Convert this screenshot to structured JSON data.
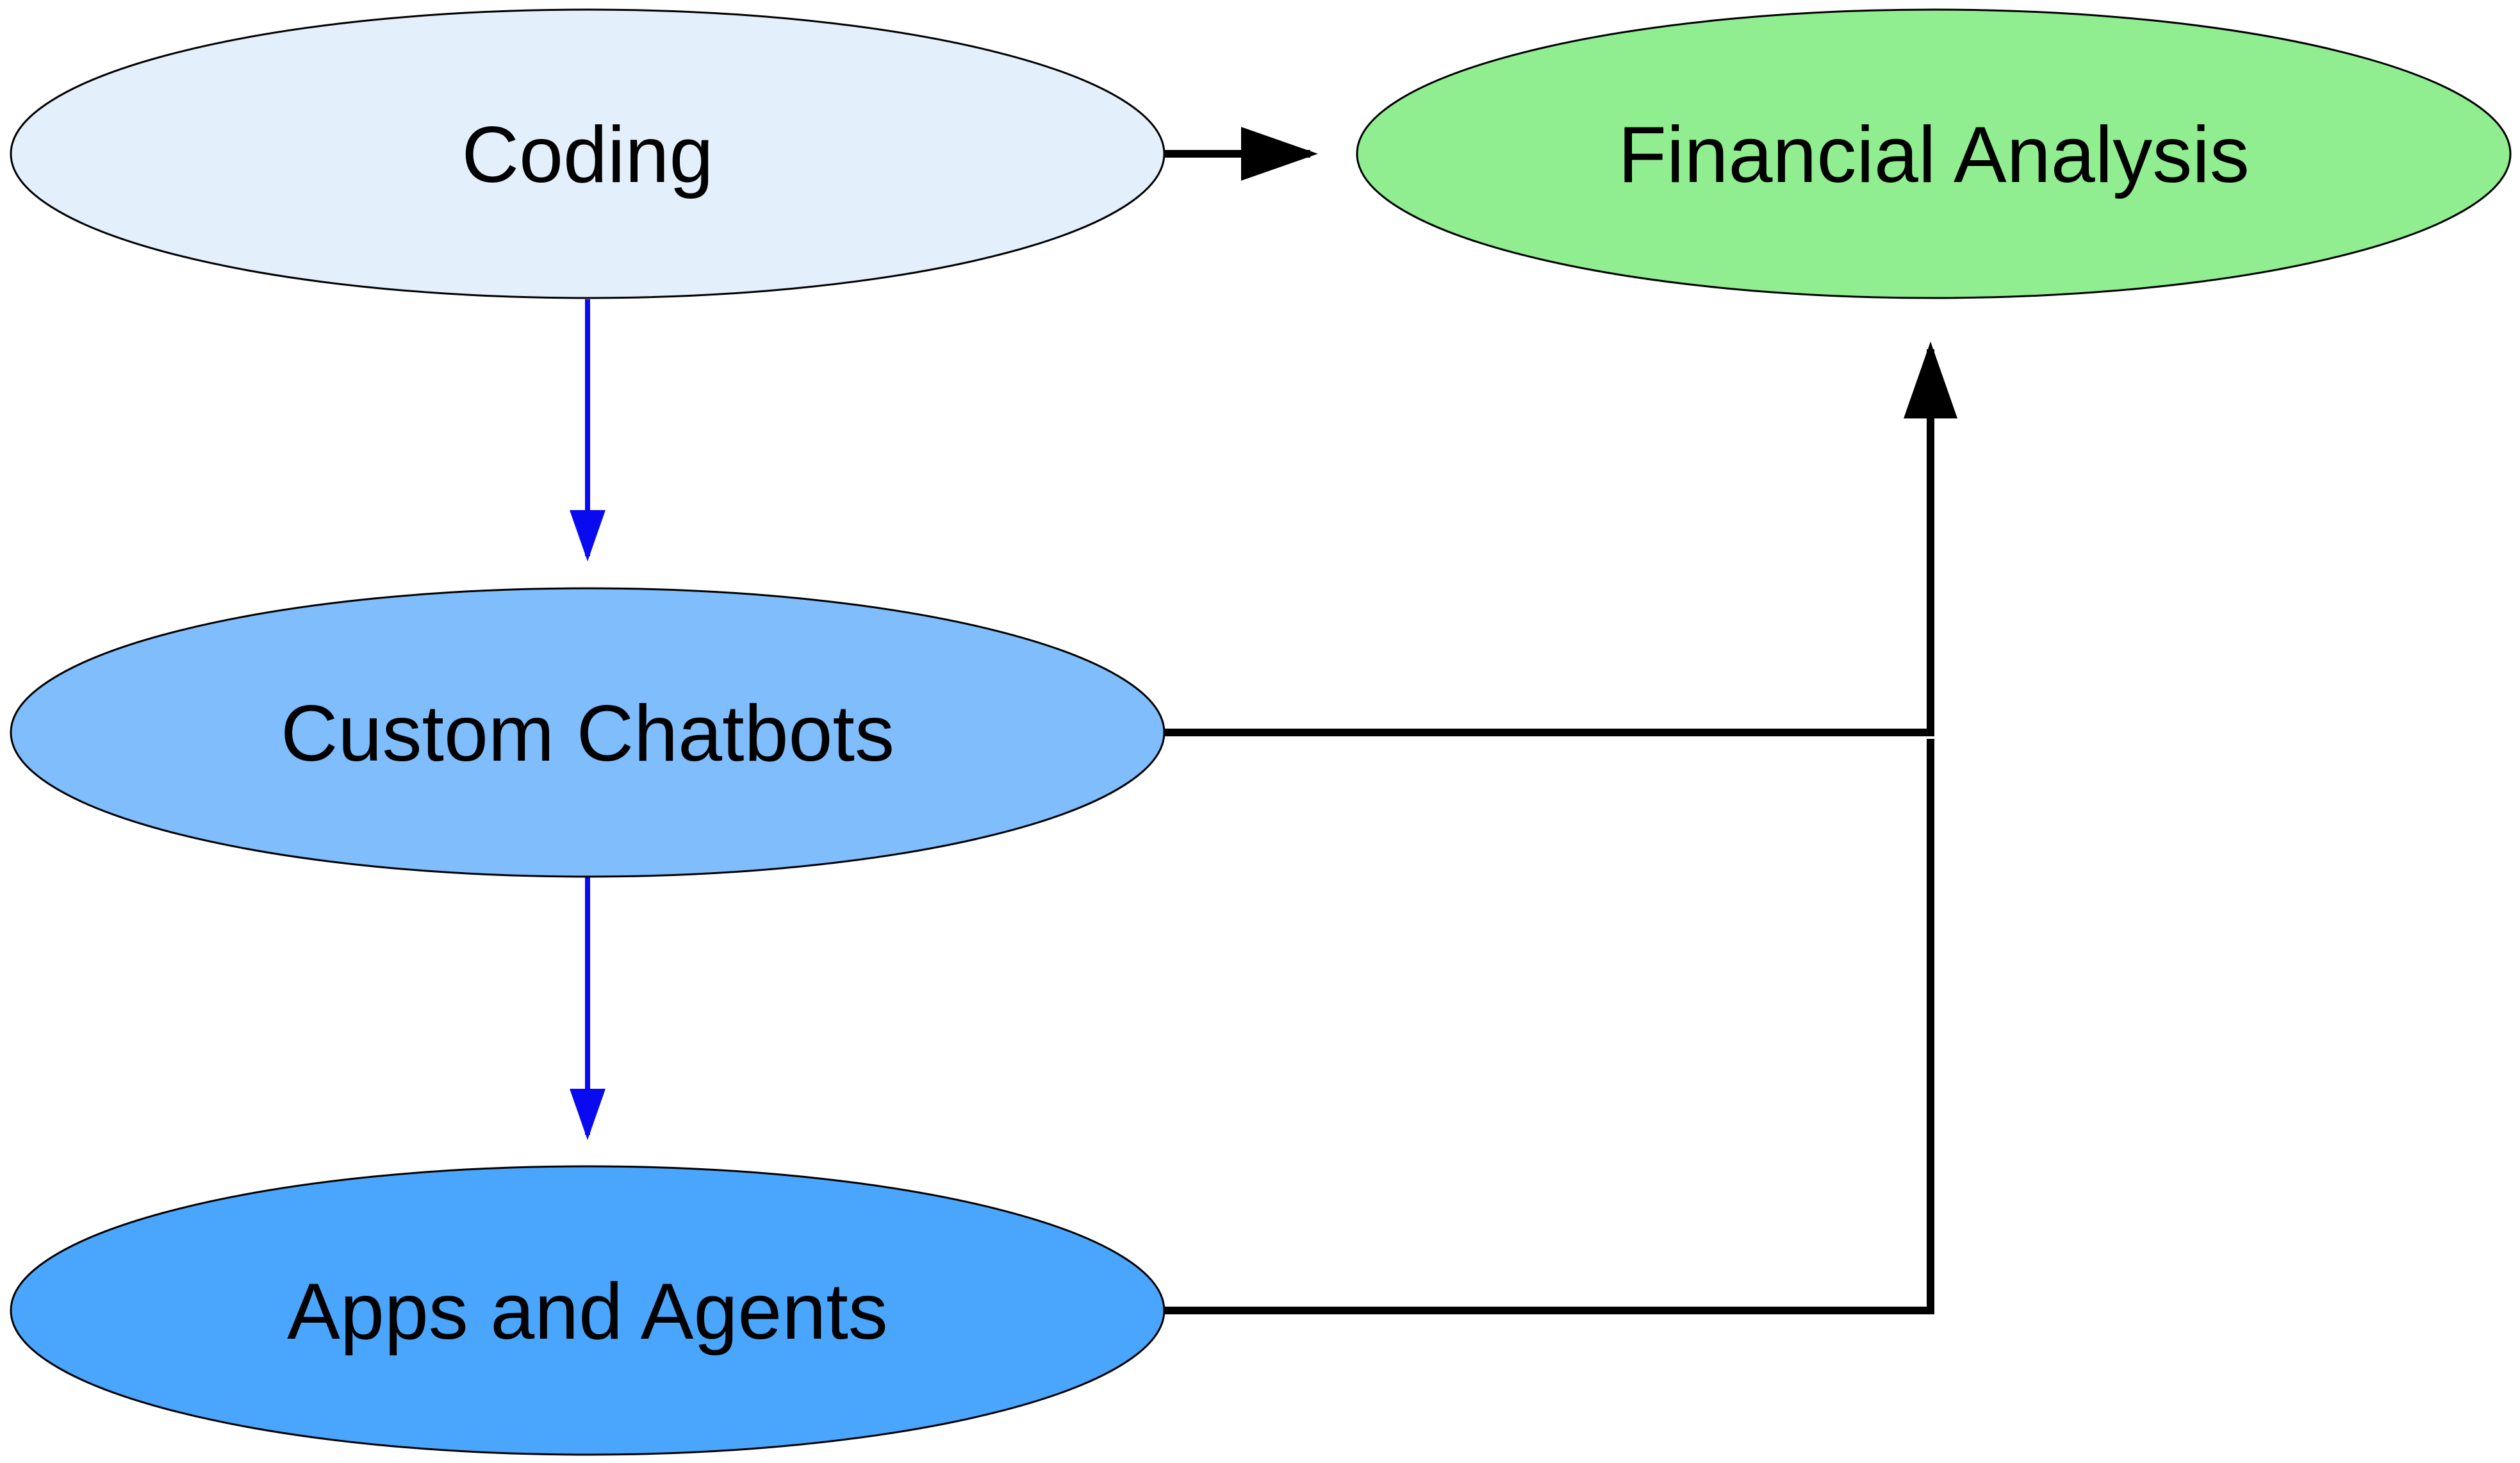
{
  "nodes": {
    "coding": {
      "label": "Coding",
      "fill": "#e3f0fc"
    },
    "financial_analysis": {
      "label": "Financial Analysis",
      "fill": "#90ee90"
    },
    "custom_chatbots": {
      "label": "Custom Chatbots",
      "fill": "#7fbdfc"
    },
    "apps_and_agents": {
      "label": "Apps and Agents",
      "fill": "#4aa6fd"
    }
  },
  "edges": [
    {
      "from": "Coding",
      "to": "Financial Analysis",
      "color": "#000000"
    },
    {
      "from": "Coding",
      "to": "Custom Chatbots",
      "color": "#0a0af0"
    },
    {
      "from": "Custom Chatbots",
      "to": "Apps and Agents",
      "color": "#0a0af0"
    },
    {
      "from": "Custom Chatbots",
      "to": "Financial Analysis",
      "color": "#000000"
    },
    {
      "from": "Apps and Agents",
      "to": "Financial Analysis",
      "color": "#000000"
    }
  ]
}
